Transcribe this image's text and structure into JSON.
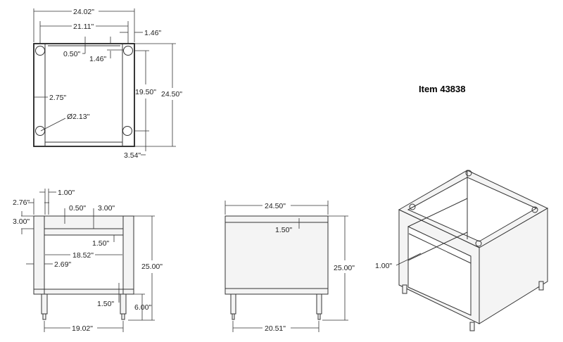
{
  "item_label": "Item 43838",
  "top_view": {
    "overall_width": "24.02\"",
    "inner_width": "21.11\"",
    "right_offset": "1.46\"",
    "rail_thickness": "0.50\"",
    "hole_offset": "1.46\"",
    "side_width": "2.75\"",
    "hole_spacing": "19.50\"",
    "overall_depth": "24.50\"",
    "hole_diameter": "Ø2.13\"",
    "bottom_offset": "3.54\""
  },
  "front_view": {
    "post_gap": "1.00\"",
    "post_width": "2.76\"",
    "rail_offset": "0.50\"",
    "top_rail_height": "3.00\"",
    "side_top_height": "3.00\"",
    "shelf_rail": "1.50\"",
    "inner_width": "18.52\"",
    "side_panel": "2.69\"",
    "overall_height": "25.00\"",
    "bottom_rail": "1.50\"",
    "leg_height": "6.00\"",
    "leg_spacing": "19.02\""
  },
  "side_view": {
    "overall_depth": "24.50\"",
    "top_rail": "1.50\"",
    "overall_height": "25.00\"",
    "leg_spacing": "20.51\""
  },
  "iso_view": {
    "shelf_dim": "1.00\""
  }
}
